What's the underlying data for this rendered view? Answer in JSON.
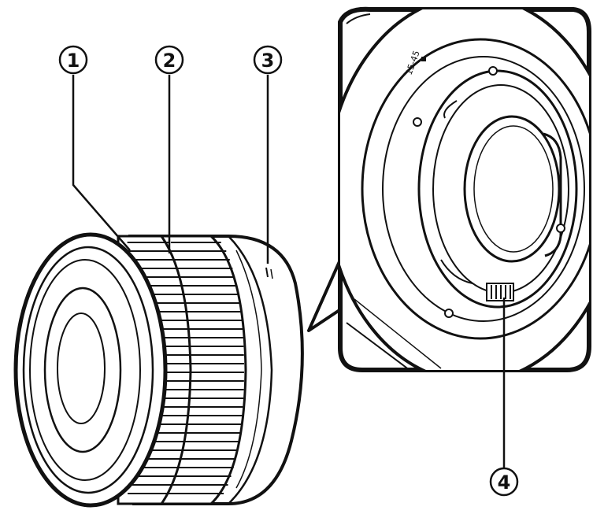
{
  "callouts": [
    {
      "id": "callout-1",
      "label": "1"
    },
    {
      "id": "callout-2",
      "label": "2"
    },
    {
      "id": "callout-3",
      "label": "3"
    },
    {
      "id": "callout-4",
      "label": "4"
    }
  ],
  "mount_marking": "15-45",
  "colors": {
    "stroke": "#111111",
    "background": "#ffffff"
  }
}
